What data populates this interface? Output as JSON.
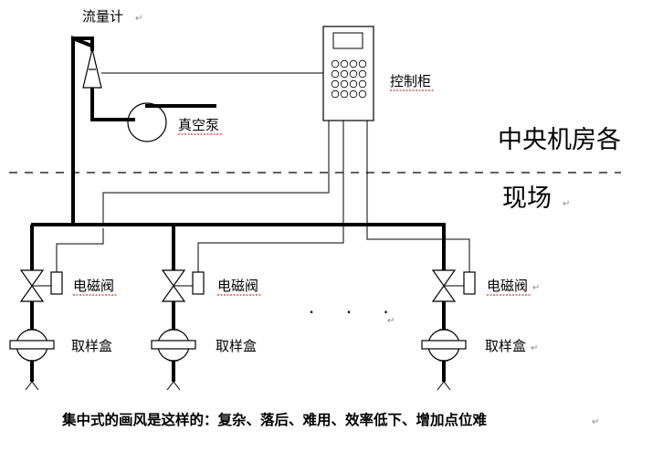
{
  "labels": {
    "flowmeter": "流量计",
    "control_cabinet": "控制柜",
    "vacuum_pump": "真空泵",
    "central_room": "中央机房各",
    "field": "现场",
    "solenoid_valve": "电磁阀",
    "sampling_box": "取样盒",
    "ellipsis": "· · ·",
    "caption": "集中式的画风是这样的：复杂、落后、难用、效率低下、增加点位难"
  },
  "colors": {
    "line": "#000000",
    "spellcheck": "#cc0000",
    "marker": "#888888"
  },
  "icons": {
    "paragraph_mark": "return-arrow-icon"
  }
}
